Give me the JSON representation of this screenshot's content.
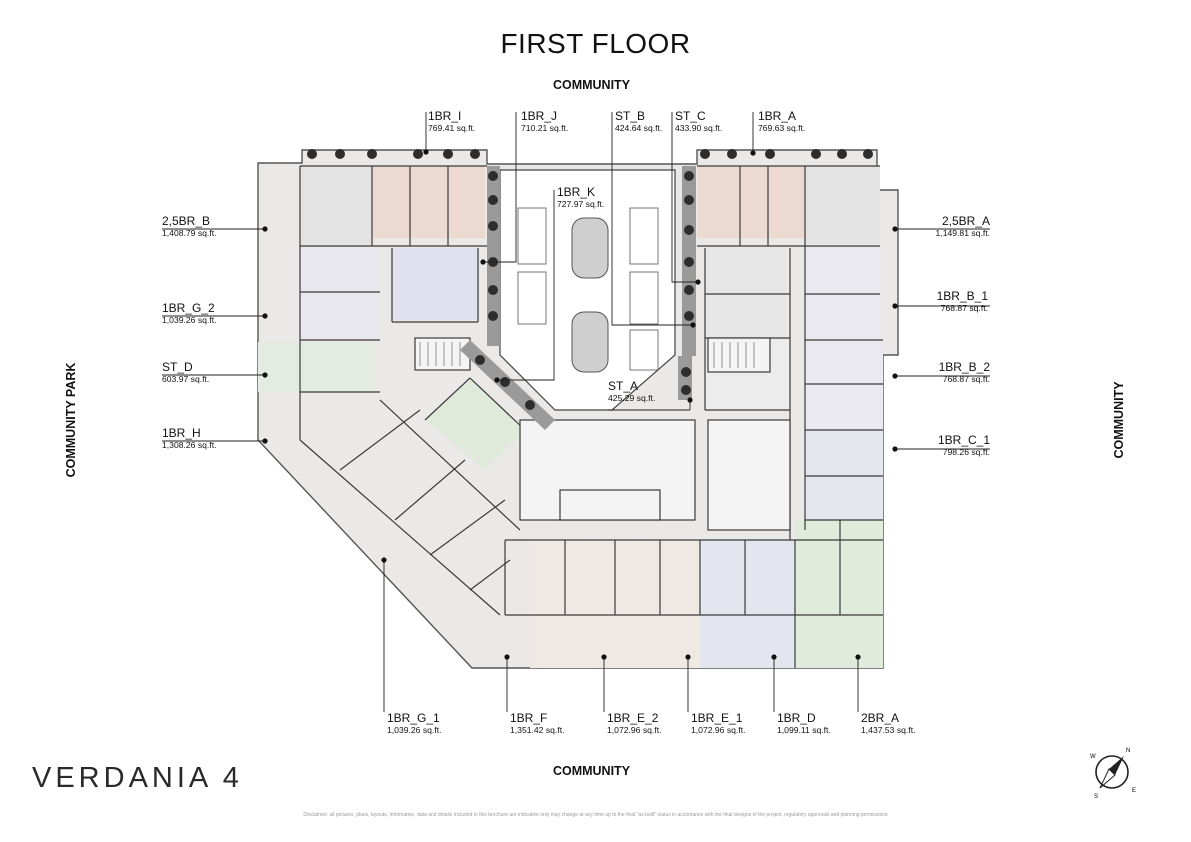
{
  "title": "FIRST FLOOR",
  "sides": {
    "top": "COMMUNITY",
    "bottom": "COMMUNITY",
    "left": "COMMUNITY PARK",
    "right": "COMMUNITY"
  },
  "brand": "VERDANIA 4",
  "units": {
    "u1br_i": {
      "name": "1BR_I",
      "area": "769.41 sq.ft."
    },
    "u1br_j": {
      "name": "1BR_J",
      "area": "710.21 sq.ft."
    },
    "st_b": {
      "name": "ST_B",
      "area": "424.64 sq.ft."
    },
    "st_c": {
      "name": "ST_C",
      "area": "433.90 sq.ft."
    },
    "u1br_a": {
      "name": "1BR_A",
      "area": "769.63 sq.ft."
    },
    "u1br_k": {
      "name": "1BR_K",
      "area": "727.97 sq.ft."
    },
    "u25br_b": {
      "name": "2,5BR_B",
      "area": "1,408.79 sq.ft."
    },
    "u25br_a": {
      "name": "2,5BR_A",
      "area": "1,149.81 sq.ft."
    },
    "u1br_g_2": {
      "name": "1BR_G_2",
      "area": "1,039.26 sq.ft."
    },
    "u1br_b_1": {
      "name": "1BR_B_1",
      "area": "768.87 sq.ft."
    },
    "st_d": {
      "name": "ST_D",
      "area": "603.97 sq.ft."
    },
    "u1br_b_2": {
      "name": "1BR_B_2",
      "area": "768.87  sq.ft."
    },
    "st_a": {
      "name": "ST_A",
      "area": "425.29 sq.ft."
    },
    "u1br_h": {
      "name": "1BR_H",
      "area": "1,308.26 sq.ft."
    },
    "u1br_c_1": {
      "name": "1BR_C_1",
      "area": "798.26 sq.ft."
    },
    "u1br_g_1": {
      "name": "1BR_G_1",
      "area": "1,039.26 sq.ft."
    },
    "u1br_f": {
      "name": "1BR_F",
      "area": "1,351.42 sq.ft."
    },
    "u1br_e_2": {
      "name": "1BR_E_2",
      "area": "1,072.96 sq.ft."
    },
    "u1br_e_1": {
      "name": "1BR_E_1",
      "area": "1,072.96 sq.ft."
    },
    "u1br_d": {
      "name": "1BR_D",
      "area": "1,099.11 sq.ft."
    },
    "u2br_a": {
      "name": "2BR_A",
      "area": "1,437.53 sq.ft."
    }
  },
  "compass": {
    "n": "N",
    "e": "E",
    "s": "S",
    "w": "W"
  },
  "disclaimer": "Disclaimer: all pictures, plans, layouts, information, data and details included in this brochure are indicative only may change at any time up to the final \"as built\" status in accordance with the final designs of the project, regulatory approvals and planning permissions",
  "colors": {
    "wall": "#3a3a3a",
    "terrace": "#e6e2e2",
    "unit_peach": "#ecd9cf",
    "unit_blue": "#dde0ec",
    "unit_green": "#dde9d8",
    "unit_gray": "#e9e9e9",
    "tree": "#2d2d2d"
  }
}
